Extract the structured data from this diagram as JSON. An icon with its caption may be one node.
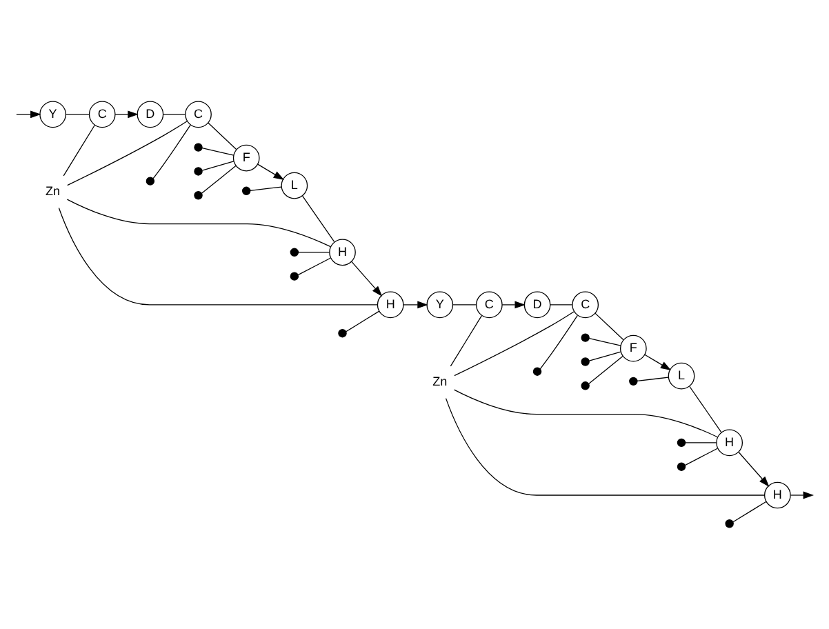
{
  "diagram": {
    "nodes": [
      {
        "text": [
          "Y"
        ]
      },
      {
        "text": [
          "C"
        ]
      },
      {
        "text": [
          "D"
        ]
      },
      {
        "text": [
          "C"
        ]
      },
      {
        "text": [
          "F"
        ]
      },
      {
        "text": [
          "L"
        ]
      },
      {
        "text": [
          "H"
        ]
      },
      {
        "text": [
          "H"
        ]
      },
      {
        "text": [
          "Zn"
        ]
      },
      {
        "text": [],
        "shape": "circle"
      },
      {
        "text": [],
        "shape": "circle"
      },
      {
        "text": [],
        "shape": "circle"
      },
      {
        "text": [],
        "shape": "circle"
      },
      {
        "text": [],
        "shape": "circle"
      },
      {
        "text": [],
        "shape": "circle"
      },
      {
        "text": [],
        "shape": "circle"
      },
      {
        "text": [],
        "shape": "circle"
      },
      {
        "text": [
          "Y"
        ]
      },
      {
        "text": [
          "C"
        ]
      },
      {
        "text": [
          "D"
        ]
      },
      {
        "text": [
          "C"
        ]
      },
      {
        "text": [
          "F"
        ]
      },
      {
        "text": [
          "L"
        ]
      },
      {
        "text": [
          "H"
        ]
      },
      {
        "text": [
          "H"
        ]
      },
      {
        "text": [
          "Zn"
        ]
      },
      {
        "text": [],
        "shape": "circle"
      },
      {
        "text": [],
        "shape": "circle"
      },
      {
        "text": [],
        "shape": "circle"
      },
      {
        "text": [],
        "shape": "circle"
      },
      {
        "text": [],
        "shape": "circle"
      },
      {
        "text": [],
        "shape": "circle"
      },
      {
        "text": [],
        "shape": "circle"
      },
      {
        "text": [],
        "shape": "circle"
      }
    ],
    "edges": [
      {
        "from": null,
        "to": 0,
        "arrow": "to"
      },
      {
        "from": 0,
        "to": 1,
        "arrow": "none"
      },
      {
        "from": 1,
        "to": 2,
        "arrow": "to"
      },
      {
        "from": 2,
        "to": 3,
        "arrow": "none"
      },
      {
        "from": 3,
        "to": 4,
        "arrow": "none"
      },
      {
        "from": 4,
        "to": 5,
        "arrow": "to"
      },
      {
        "from": 5,
        "to": 6,
        "arrow": "none"
      },
      {
        "from": 6,
        "to": 7,
        "arrow": "to"
      },
      {
        "from": 8,
        "to": 3,
        "arrow": "none"
      },
      {
        "from": 8,
        "to": 6,
        "arrow": "none"
      },
      {
        "from": 8,
        "to": 1,
        "arrow": "none"
      },
      {
        "from": 8,
        "to": 7,
        "arrow": "none"
      },
      {
        "from": 9,
        "to": 4,
        "arrow": "none"
      },
      {
        "from": 10,
        "to": 4,
        "arrow": "none"
      },
      {
        "from": 11,
        "to": 4,
        "arrow": "none"
      },
      {
        "from": 12,
        "to": 3,
        "arrow": "none"
      },
      {
        "from": 13,
        "to": 5,
        "arrow": "none"
      },
      {
        "from": 14,
        "to": 6,
        "arrow": "none"
      },
      {
        "from": 15,
        "to": 6,
        "arrow": "none"
      },
      {
        "from": 16,
        "to": 7,
        "arrow": "none"
      },
      {
        "from": 7,
        "to": 17,
        "arrow": "to"
      },
      {
        "from": 17,
        "to": 18,
        "arrow": "none"
      },
      {
        "from": 18,
        "to": 19,
        "arrow": "to"
      },
      {
        "from": 19,
        "to": 20,
        "arrow": "none"
      },
      {
        "from": 20,
        "to": 21,
        "arrow": "none"
      },
      {
        "from": 21,
        "to": 22,
        "arrow": "to"
      },
      {
        "from": 22,
        "to": 23,
        "arrow": "none"
      },
      {
        "from": 23,
        "to": 24,
        "arrow": "to"
      },
      {
        "from": 25,
        "to": 20,
        "arrow": "none"
      },
      {
        "from": 25,
        "to": 23,
        "arrow": "none"
      },
      {
        "from": 25,
        "to": 18,
        "arrow": "none"
      },
      {
        "from": 25,
        "to": 24,
        "arrow": "none"
      },
      {
        "from": 26,
        "to": 21,
        "arrow": "none"
      },
      {
        "from": 27,
        "to": 21,
        "arrow": "none"
      },
      {
        "from": 28,
        "to": 21,
        "arrow": "none"
      },
      {
        "from": 29,
        "to": 20,
        "arrow": "none"
      },
      {
        "from": 30,
        "to": 22,
        "arrow": "none"
      },
      {
        "from": 31,
        "to": 23,
        "arrow": "none"
      },
      {
        "from": 32,
        "to": 23,
        "arrow": "none"
      },
      {
        "from": 33,
        "to": 24,
        "arrow": "none"
      },
      {
        "from": 24,
        "to": null,
        "arrow": "to"
      }
    ]
  }
}
